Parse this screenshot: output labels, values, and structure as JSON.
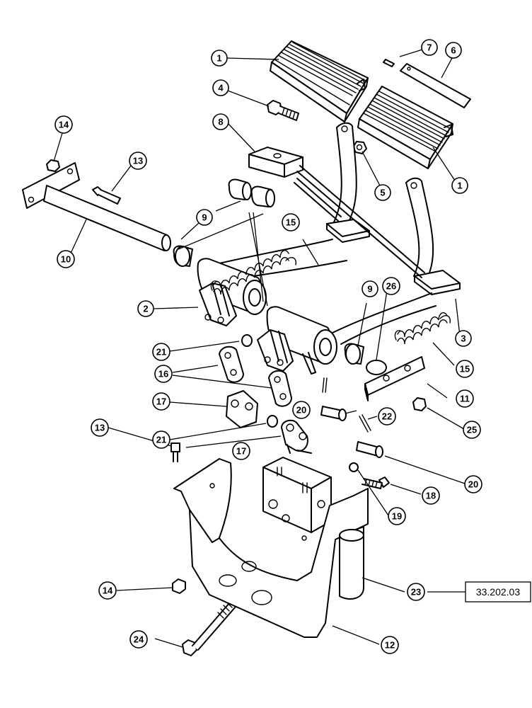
{
  "diagram": {
    "reference_box": "33.202.03",
    "callouts": [
      {
        "id": "c1a",
        "label": "1"
      },
      {
        "id": "c1b",
        "label": "1"
      },
      {
        "id": "c2",
        "label": "2"
      },
      {
        "id": "c3",
        "label": "3"
      },
      {
        "id": "c4",
        "label": "4"
      },
      {
        "id": "c5",
        "label": "5"
      },
      {
        "id": "c6",
        "label": "6"
      },
      {
        "id": "c7",
        "label": "7"
      },
      {
        "id": "c8",
        "label": "8"
      },
      {
        "id": "c9a",
        "label": "9"
      },
      {
        "id": "c9b",
        "label": "9"
      },
      {
        "id": "c10",
        "label": "10"
      },
      {
        "id": "c11",
        "label": "11"
      },
      {
        "id": "c12",
        "label": "12"
      },
      {
        "id": "c13a",
        "label": "13"
      },
      {
        "id": "c13b",
        "label": "13"
      },
      {
        "id": "c14a",
        "label": "14"
      },
      {
        "id": "c14b",
        "label": "14"
      },
      {
        "id": "c15a",
        "label": "15"
      },
      {
        "id": "c15b",
        "label": "15"
      },
      {
        "id": "c16",
        "label": "16"
      },
      {
        "id": "c17a",
        "label": "17"
      },
      {
        "id": "c17b",
        "label": "17"
      },
      {
        "id": "c18",
        "label": "18"
      },
      {
        "id": "c19",
        "label": "19"
      },
      {
        "id": "c20a",
        "label": "20"
      },
      {
        "id": "c20b",
        "label": "20"
      },
      {
        "id": "c21a",
        "label": "21"
      },
      {
        "id": "c21b",
        "label": "21"
      },
      {
        "id": "c22",
        "label": "22"
      },
      {
        "id": "c23",
        "label": "23"
      },
      {
        "id": "c24",
        "label": "24"
      },
      {
        "id": "c25",
        "label": "25"
      },
      {
        "id": "c26",
        "label": "26"
      }
    ]
  }
}
